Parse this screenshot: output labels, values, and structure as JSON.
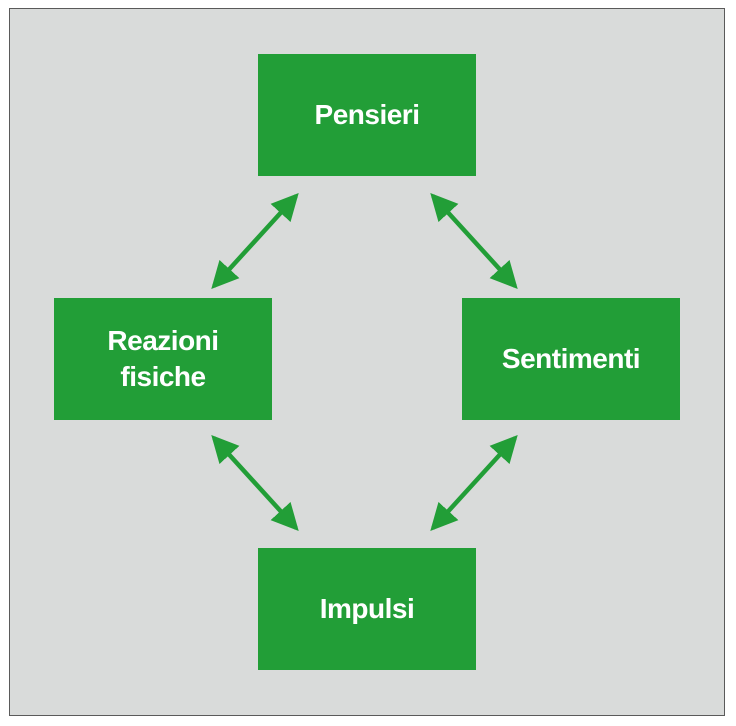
{
  "colors": {
    "background": "#d9dbda",
    "border": "#5a5a5a",
    "box": "#229e37",
    "arrow": "#229e37",
    "text": "#ffffff"
  },
  "nodes": {
    "top": "Pensieri",
    "right": "Sentimenti",
    "bottom": "Impulsi",
    "left": "Reazioni fisiche"
  },
  "connections": [
    {
      "from": "top",
      "to": "right",
      "type": "bidirectional"
    },
    {
      "from": "right",
      "to": "bottom",
      "type": "bidirectional"
    },
    {
      "from": "bottom",
      "to": "left",
      "type": "bidirectional"
    },
    {
      "from": "left",
      "to": "top",
      "type": "bidirectional"
    }
  ]
}
